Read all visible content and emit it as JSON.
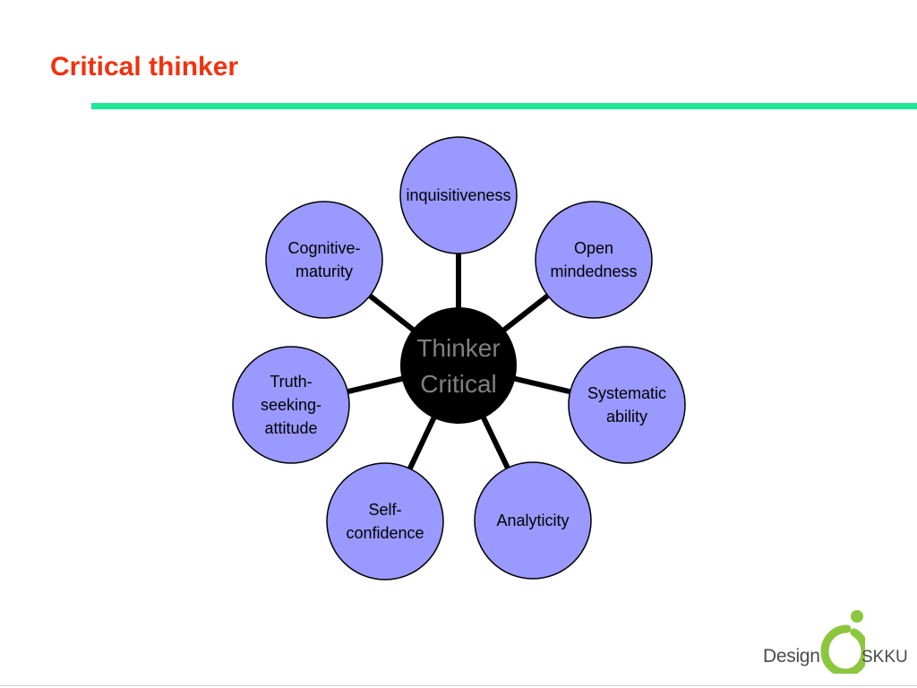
{
  "title": "Critical thinker",
  "colors": {
    "title": "#f0320f",
    "rule": "#1de898",
    "node_fill": "#9999ff",
    "hub_fill": "#000000",
    "hub_text": "#808080",
    "logo_green": "#8cc63f"
  },
  "hub": {
    "lines": [
      "Thinker",
      "Critical"
    ]
  },
  "nodes": [
    {
      "id": "inquisitiveness",
      "lines": [
        "inquisitiveness"
      ]
    },
    {
      "id": "open-mindedness",
      "lines": [
        "Open",
        "mindedness"
      ]
    },
    {
      "id": "systematic-ability",
      "lines": [
        "Systematic",
        "ability"
      ]
    },
    {
      "id": "analyticity",
      "lines": [
        "Analyticity"
      ]
    },
    {
      "id": "self-confidence",
      "lines": [
        "Self-",
        "confidence"
      ]
    },
    {
      "id": "truth-seeking-attitude",
      "lines": [
        "Truth-",
        "seeking-",
        "attitude"
      ]
    },
    {
      "id": "cognitive-maturity",
      "lines": [
        "Cognitive-",
        "maturity"
      ]
    }
  ],
  "logo": {
    "left": "Design",
    "mark": "a",
    "right": "SKKU"
  }
}
